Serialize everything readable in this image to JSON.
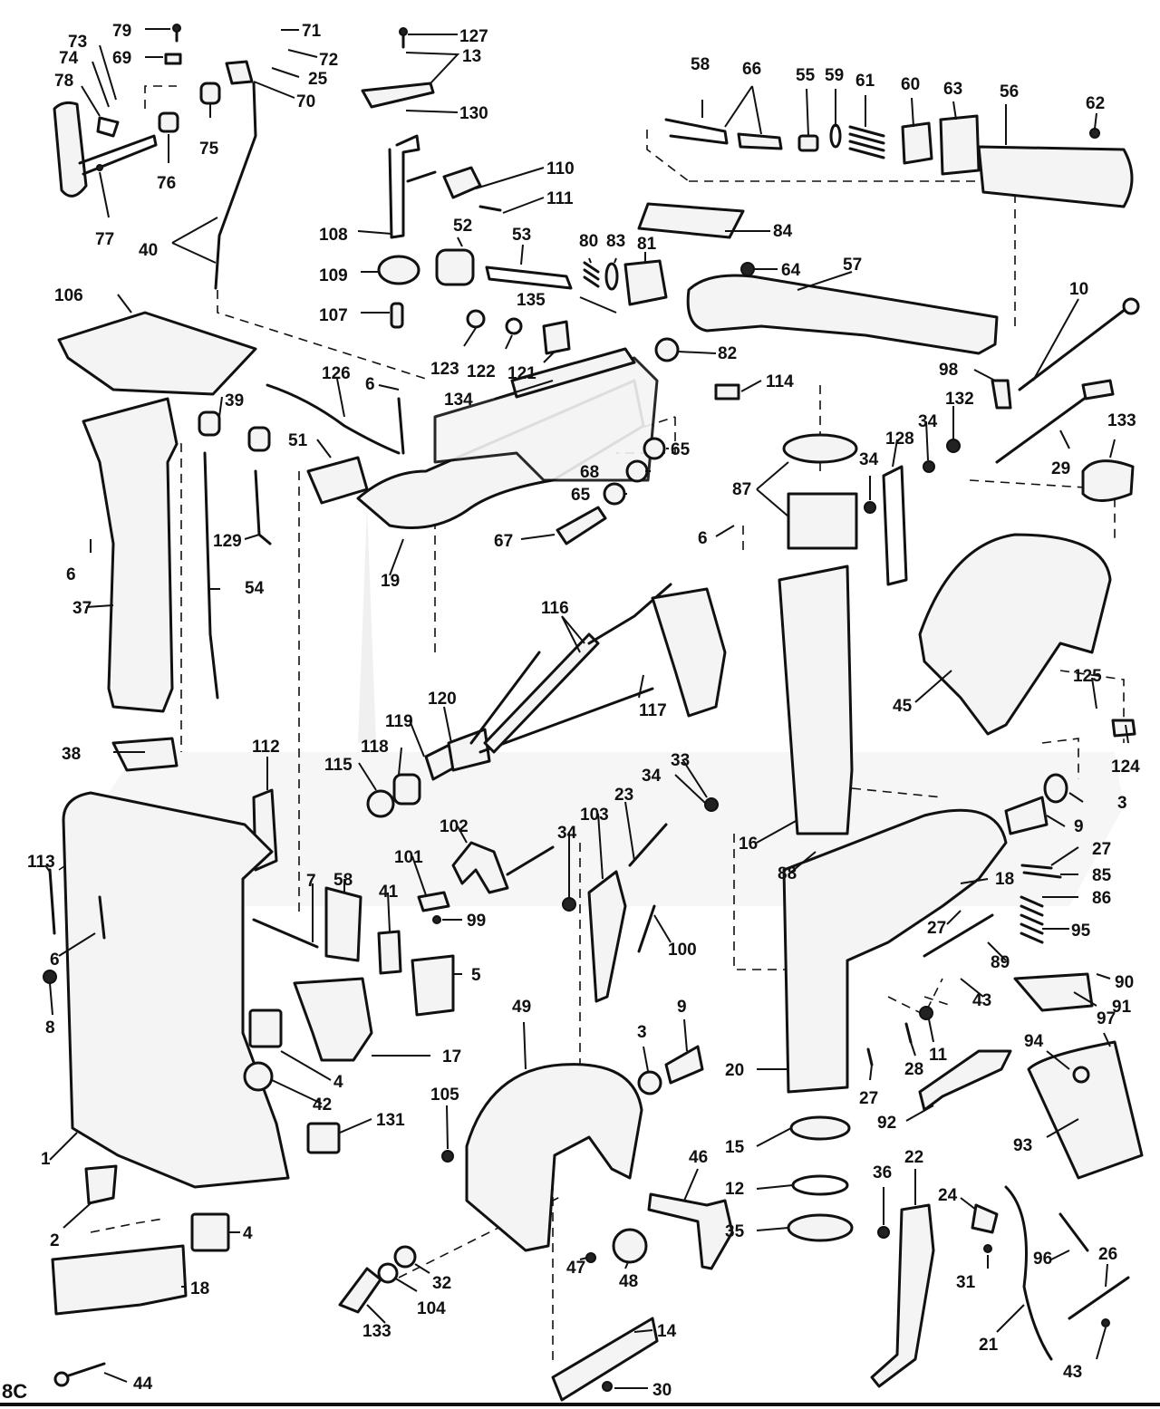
{
  "figure_id": "8C",
  "callouts": [
    {
      "id": "c79",
      "text": "79"
    },
    {
      "id": "c71",
      "text": "71"
    },
    {
      "id": "c127",
      "text": "127"
    },
    {
      "id": "c73",
      "text": "73"
    },
    {
      "id": "c74",
      "text": "74"
    },
    {
      "id": "c69",
      "text": "69"
    },
    {
      "id": "c72",
      "text": "72"
    },
    {
      "id": "c13",
      "text": "13"
    },
    {
      "id": "c25",
      "text": "25"
    },
    {
      "id": "c78",
      "text": "78"
    },
    {
      "id": "c70",
      "text": "70"
    },
    {
      "id": "c130",
      "text": "130"
    },
    {
      "id": "c75",
      "text": "75"
    },
    {
      "id": "c76",
      "text": "76"
    },
    {
      "id": "c77",
      "text": "77"
    },
    {
      "id": "c40",
      "text": "40"
    },
    {
      "id": "c110",
      "text": "110"
    },
    {
      "id": "c111",
      "text": "111"
    },
    {
      "id": "c108",
      "text": "108"
    },
    {
      "id": "c52",
      "text": "52"
    },
    {
      "id": "c53",
      "text": "53"
    },
    {
      "id": "c109",
      "text": "109"
    },
    {
      "id": "c107",
      "text": "107"
    },
    {
      "id": "c58",
      "text": "58"
    },
    {
      "id": "c66",
      "text": "66"
    },
    {
      "id": "c55",
      "text": "55"
    },
    {
      "id": "c59",
      "text": "59"
    },
    {
      "id": "c61",
      "text": "61"
    },
    {
      "id": "c60",
      "text": "60"
    },
    {
      "id": "c63",
      "text": "63"
    },
    {
      "id": "c56",
      "text": "56"
    },
    {
      "id": "c62",
      "text": "62"
    },
    {
      "id": "c84",
      "text": "84"
    },
    {
      "id": "c80",
      "text": "80"
    },
    {
      "id": "c83",
      "text": "83"
    },
    {
      "id": "c81",
      "text": "81"
    },
    {
      "id": "c64",
      "text": "64"
    },
    {
      "id": "c57",
      "text": "57"
    },
    {
      "id": "c135",
      "text": "135"
    },
    {
      "id": "c82",
      "text": "82"
    },
    {
      "id": "c10",
      "text": "10"
    },
    {
      "id": "c106",
      "text": "106"
    },
    {
      "id": "c123",
      "text": "123"
    },
    {
      "id": "c122",
      "text": "122"
    },
    {
      "id": "c121",
      "text": "121"
    },
    {
      "id": "c126",
      "text": "126"
    },
    {
      "id": "c6a",
      "text": "6"
    },
    {
      "id": "c134",
      "text": "134"
    },
    {
      "id": "c114",
      "text": "114"
    },
    {
      "id": "c98",
      "text": "98"
    },
    {
      "id": "c132",
      "text": "132"
    },
    {
      "id": "c39",
      "text": "39"
    },
    {
      "id": "c51",
      "text": "51"
    },
    {
      "id": "c65a",
      "text": "65"
    },
    {
      "id": "c68",
      "text": "68"
    },
    {
      "id": "c65b",
      "text": "65"
    },
    {
      "id": "c34a",
      "text": "34"
    },
    {
      "id": "c128",
      "text": "128"
    },
    {
      "id": "c34b",
      "text": "34"
    },
    {
      "id": "c29",
      "text": "29"
    },
    {
      "id": "c133a",
      "text": "133"
    },
    {
      "id": "c87",
      "text": "87"
    },
    {
      "id": "c67",
      "text": "67"
    },
    {
      "id": "c6b",
      "text": "6"
    },
    {
      "id": "c129",
      "text": "129"
    },
    {
      "id": "c6c",
      "text": "6"
    },
    {
      "id": "c19",
      "text": "19"
    },
    {
      "id": "c54",
      "text": "54"
    },
    {
      "id": "c37",
      "text": "37"
    },
    {
      "id": "c116",
      "text": "116"
    },
    {
      "id": "c125",
      "text": "125"
    },
    {
      "id": "c45",
      "text": "45"
    },
    {
      "id": "c124",
      "text": "124"
    },
    {
      "id": "c120",
      "text": "120"
    },
    {
      "id": "c117",
      "text": "117"
    },
    {
      "id": "c119",
      "text": "119"
    },
    {
      "id": "c38",
      "text": "38"
    },
    {
      "id": "c112",
      "text": "112"
    },
    {
      "id": "c118",
      "text": "118"
    },
    {
      "id": "c33",
      "text": "33"
    },
    {
      "id": "c115",
      "text": "115"
    },
    {
      "id": "c34c",
      "text": "34"
    },
    {
      "id": "c3a",
      "text": "3"
    },
    {
      "id": "c23",
      "text": "23"
    },
    {
      "id": "c9a",
      "text": "9"
    },
    {
      "id": "c16",
      "text": "16"
    },
    {
      "id": "c102",
      "text": "102"
    },
    {
      "id": "c103",
      "text": "103"
    },
    {
      "id": "c34d",
      "text": "34"
    },
    {
      "id": "c27a",
      "text": "27"
    },
    {
      "id": "c113",
      "text": "113"
    },
    {
      "id": "c101",
      "text": "101"
    },
    {
      "id": "c85",
      "text": "85"
    },
    {
      "id": "c88",
      "text": "88"
    },
    {
      "id": "c18a",
      "text": "18"
    },
    {
      "id": "c86",
      "text": "86"
    },
    {
      "id": "c7",
      "text": "7"
    },
    {
      "id": "c58b",
      "text": "58"
    },
    {
      "id": "c41",
      "text": "41"
    },
    {
      "id": "c27b",
      "text": "27"
    },
    {
      "id": "c95",
      "text": "95"
    },
    {
      "id": "c99",
      "text": "99"
    },
    {
      "id": "c6d",
      "text": "6"
    },
    {
      "id": "c100",
      "text": "100"
    },
    {
      "id": "c89",
      "text": "89"
    },
    {
      "id": "c5",
      "text": "5"
    },
    {
      "id": "c8",
      "text": "8"
    },
    {
      "id": "c90",
      "text": "90"
    },
    {
      "id": "c43a",
      "text": "43"
    },
    {
      "id": "c91",
      "text": "91"
    },
    {
      "id": "c49",
      "text": "49"
    },
    {
      "id": "c9b",
      "text": "9"
    },
    {
      "id": "c3b",
      "text": "3"
    },
    {
      "id": "c11",
      "text": "11"
    },
    {
      "id": "c97",
      "text": "97"
    },
    {
      "id": "c17",
      "text": "17"
    },
    {
      "id": "c94",
      "text": "94"
    },
    {
      "id": "c28",
      "text": "28"
    },
    {
      "id": "c20",
      "text": "20"
    },
    {
      "id": "c4a",
      "text": "4"
    },
    {
      "id": "c27c",
      "text": "27"
    },
    {
      "id": "c42",
      "text": "42"
    },
    {
      "id": "c105",
      "text": "105"
    },
    {
      "id": "c92",
      "text": "92"
    },
    {
      "id": "c93",
      "text": "93"
    },
    {
      "id": "c131",
      "text": "131"
    },
    {
      "id": "c1",
      "text": "1"
    },
    {
      "id": "c15",
      "text": "15"
    },
    {
      "id": "c46",
      "text": "46"
    },
    {
      "id": "c36",
      "text": "36"
    },
    {
      "id": "c22",
      "text": "22"
    },
    {
      "id": "c12",
      "text": "12"
    },
    {
      "id": "c24",
      "text": "24"
    },
    {
      "id": "c26",
      "text": "26"
    },
    {
      "id": "c35",
      "text": "35"
    },
    {
      "id": "c2",
      "text": "2"
    },
    {
      "id": "c4b",
      "text": "4"
    },
    {
      "id": "c47",
      "text": "47"
    },
    {
      "id": "c48",
      "text": "48"
    },
    {
      "id": "c96",
      "text": "96"
    },
    {
      "id": "c32",
      "text": "32"
    },
    {
      "id": "c31",
      "text": "31"
    },
    {
      "id": "c18b",
      "text": "18"
    },
    {
      "id": "c104",
      "text": "104"
    },
    {
      "id": "c133b",
      "text": "133"
    },
    {
      "id": "c21",
      "text": "21"
    },
    {
      "id": "c14",
      "text": "14"
    },
    {
      "id": "c44",
      "text": "44"
    },
    {
      "id": "c43b",
      "text": "43"
    },
    {
      "id": "c30",
      "text": "30"
    }
  ]
}
